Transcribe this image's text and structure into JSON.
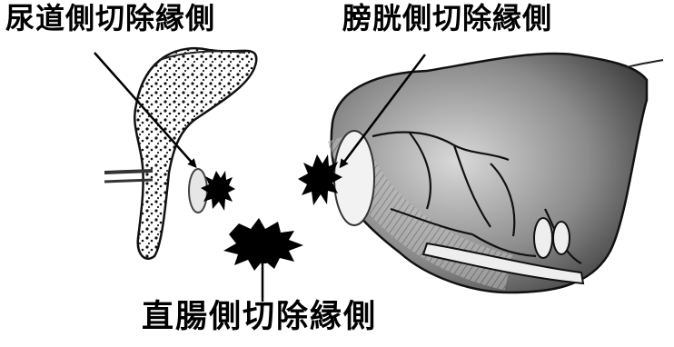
{
  "labels": {
    "urethral_margin": "尿道側切除縁側",
    "bladder_margin": "膀胱側切除縁側",
    "rectal_margin": "直腸側切除縁側"
  },
  "colors": {
    "ink": "#000000",
    "tissue": "#6e6e6e",
    "tissue_light": "#c8c8c8",
    "background": "#ffffff"
  }
}
